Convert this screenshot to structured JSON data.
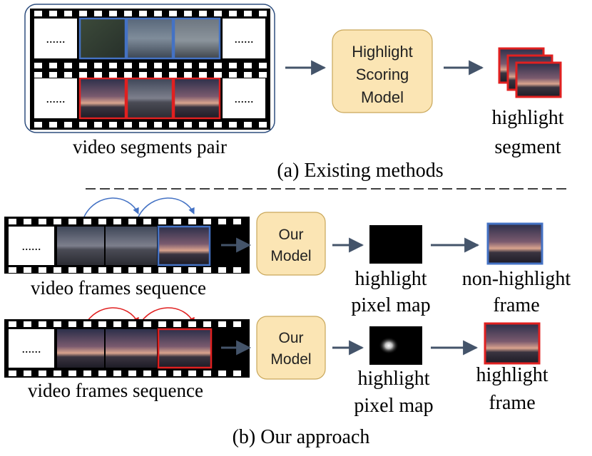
{
  "section_a": {
    "pair_caption": "video segments pair",
    "model_line1": "Highlight",
    "model_line2": "Scoring",
    "model_line3": "Model",
    "output_line1": "highlight",
    "output_line2": "segment",
    "caption": "(a) Existing methods",
    "ellipsis": "......"
  },
  "section_b": {
    "top": {
      "sequence_caption": "video frames sequence",
      "model_line1": "Our",
      "model_line2": "Model",
      "map_line1": "highlight",
      "map_line2": "pixel map",
      "output_line1": "non-highlight",
      "output_line2": "frame"
    },
    "bottom": {
      "sequence_caption": "video frames sequence",
      "model_line1": "Our",
      "model_line2": "Model",
      "map_line1": "highlight",
      "map_line2": "pixel map",
      "output_line1": "highlight",
      "output_line2": "frame"
    },
    "caption": "(b) Our approach",
    "ellipsis": "......"
  },
  "colors": {
    "blue_frame": "#4472c4",
    "red_frame": "#e02020",
    "arrow": "#44546a",
    "model_fill": "#fbe5b4",
    "model_stroke": "#c9a75a",
    "group_border": "#2f4f7f"
  }
}
